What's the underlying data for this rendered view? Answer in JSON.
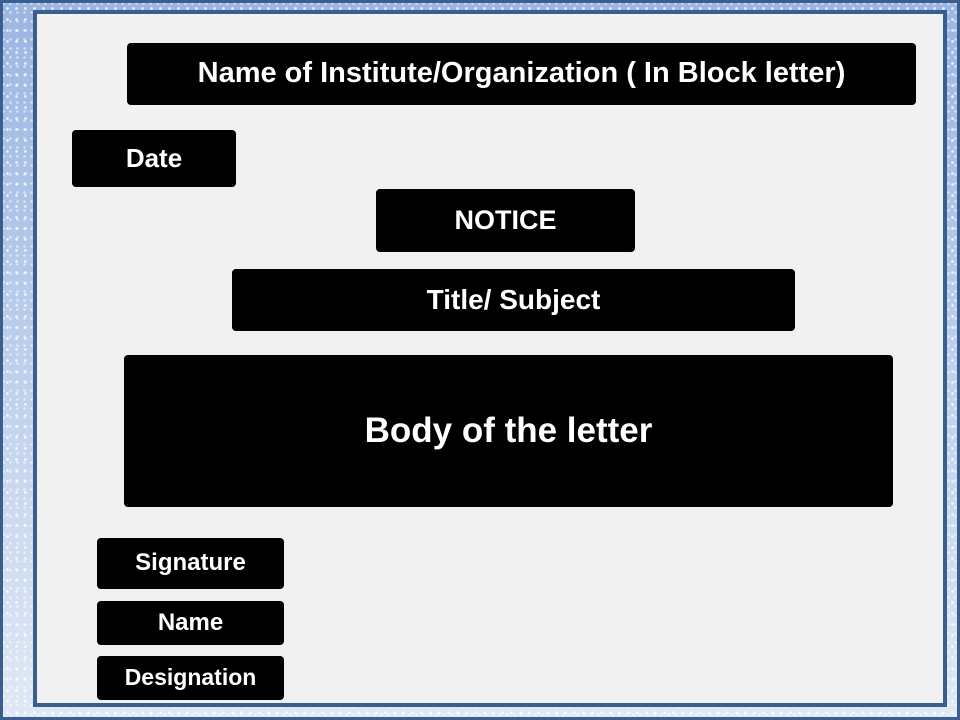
{
  "slide": {
    "description": "Notice writing format diagram slide",
    "colors": {
      "frame_border": "#3a5f8e",
      "frame_band_top": "#9bb6e2",
      "frame_band_bottom": "#dfe8f5",
      "content_background": "#f1f1f2",
      "label_box_background": "#000000",
      "label_box_text": "#ffffff"
    },
    "labels": {
      "institute": "Name of Institute/Organization ( In Block letter)",
      "date": "Date",
      "notice": "NOTICE",
      "subject": "Title/ Subject",
      "body": "Body of the letter",
      "signature": "Signature",
      "name": "Name",
      "designation": "Designation"
    }
  }
}
